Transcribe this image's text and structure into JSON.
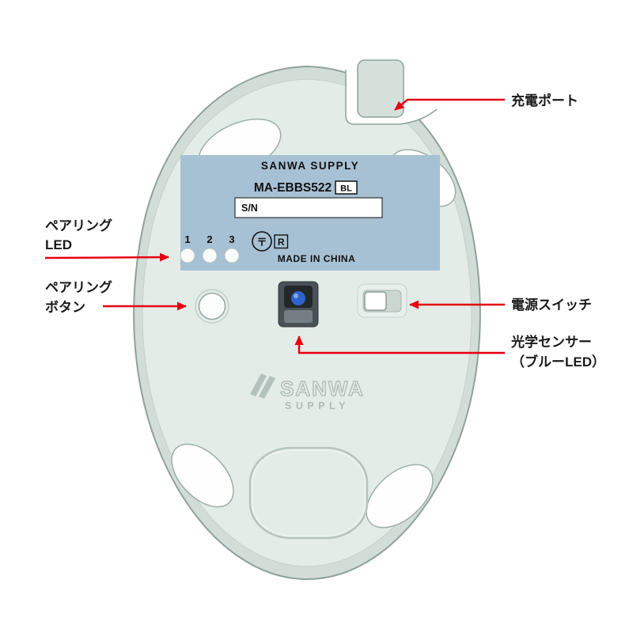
{
  "mouse_label": {
    "brand": "SANWA SUPPLY",
    "model": "MA-EBBS522",
    "model_color_code": "BL",
    "serial_prefix": "S/N",
    "led_numbers": [
      "1",
      "2",
      "3"
    ],
    "certification_mark": "〒",
    "certification_r": "R",
    "origin": "MADE IN CHINA"
  },
  "embossed_logo": {
    "name": "SANWA",
    "sub": "SUPPLY"
  },
  "annotations": {
    "charging_port": {
      "label": "充電ポート"
    },
    "pairing_led": {
      "label_line1": "ペアリング",
      "label_line2": "LED"
    },
    "pairing_button": {
      "label_line1": "ペアリング",
      "label_line2": "ボタン"
    },
    "power_switch": {
      "label": "電源スイッチ"
    },
    "optical_sensor": {
      "label_line1": "光学センサー",
      "label_line2": "（ブルーLED）"
    }
  },
  "colors": {
    "annotation_red": "#e60012",
    "body_rim": "#d2ddd8",
    "body_surface": "#e4ece8",
    "label_background": "#a7c1d4",
    "sensor_lens_blue": "#2e63cb"
  }
}
